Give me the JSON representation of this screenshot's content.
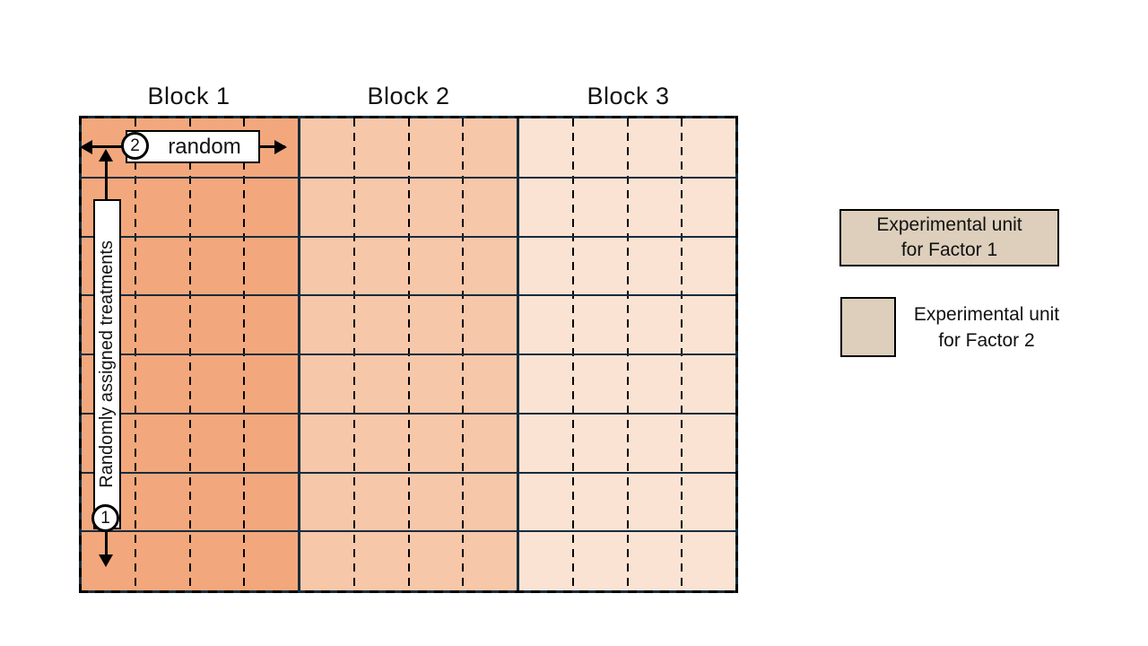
{
  "diagram": {
    "type": "split-plot-design",
    "rows": 8,
    "cols_per_block": 4,
    "line_color": "#162C3D",
    "dash_color": "#000000",
    "blocks": [
      {
        "label": "Block 1",
        "fill": "#F2A87C"
      },
      {
        "label": "Block 2",
        "fill": "#F7C7AA"
      },
      {
        "label": "Block 3",
        "fill": "#FBE3D3"
      }
    ]
  },
  "annotations": {
    "vertical_step": {
      "number": "1",
      "label": "Randomly assigned treatments"
    },
    "horizontal_step": {
      "number": "2",
      "label": "random"
    }
  },
  "legend": {
    "item1": {
      "line1": "Experimental unit",
      "line2": "for Factor 1",
      "fill": "#DDCFBB"
    },
    "item2": {
      "line1": "Experimental unit",
      "line2": "for Factor 2",
      "fill": "#DDCFBB"
    }
  }
}
